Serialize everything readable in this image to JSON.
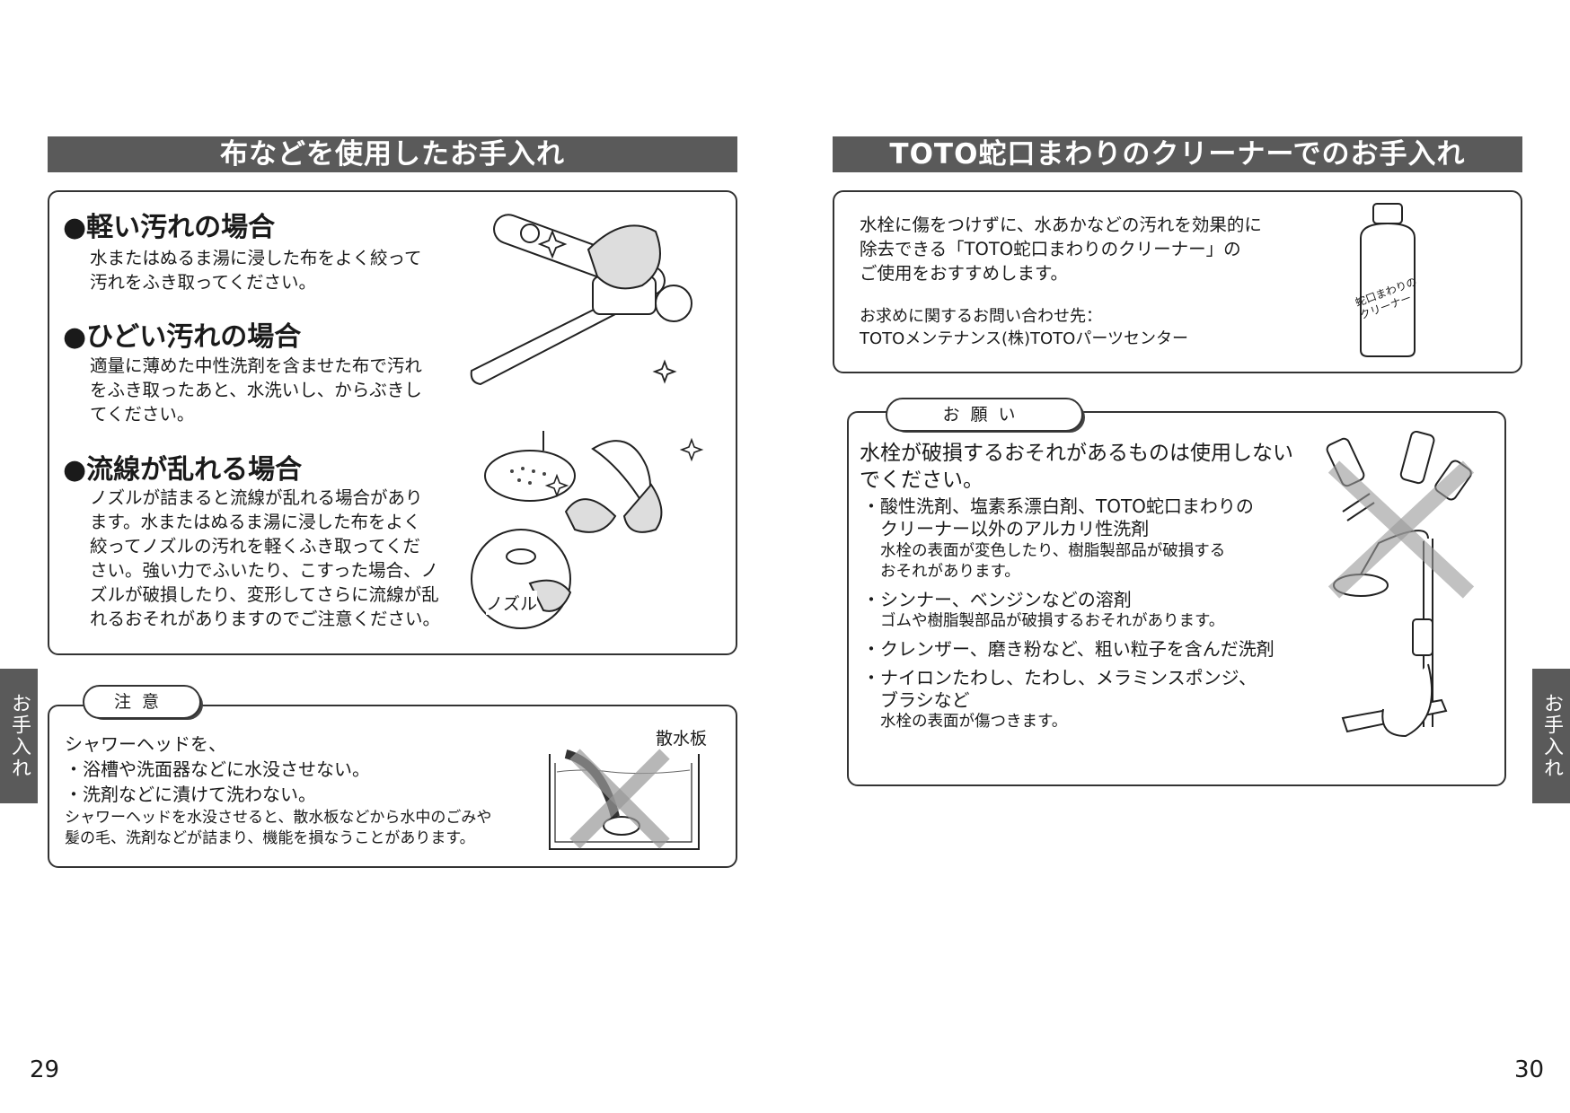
{
  "left": {
    "header": "布などを使用したお手入れ",
    "light": {
      "title": "●軽い汚れの場合",
      "text": [
        "水またはぬるま湯に浸した布をよく絞って",
        "汚れをふき取ってください。"
      ]
    },
    "heavy": {
      "title": "●ひどい汚れの場合",
      "text": [
        "適量に薄めた中性洗剤を含ませた布で汚れ",
        "をふき取ったあと、水洗いし、からぶきし",
        "てください。"
      ]
    },
    "flow": {
      "title": "●流線が乱れる場合",
      "text": [
        "ノズルが詰まると流線が乱れる場合があり",
        "ます。水またはぬるま湯に浸した布をよく",
        "絞ってノズルの汚れを軽くふき取ってくだ",
        "さい。強い力でふいたり、こすった場合、ノ",
        "ズルが破損したり、変形してさらに流線が乱",
        "れるおそれがありますのでご注意ください。"
      ]
    },
    "nozzle_label": "ノズル",
    "caution": {
      "label": "注意",
      "lines": [
        "シャワーヘッドを、",
        "・浴槽や洗面器などに水没させない。",
        "・洗剤などに漬けて洗わない。"
      ],
      "note": [
        "シャワーヘッドを水没させると、散水板などから水中のごみや",
        "髪の毛、洗剤などが詰まり、機能を損なうことがあります。"
      ],
      "plate_label": "散水板"
    },
    "page_number": "29"
  },
  "right": {
    "header": "TOTO蛇口まわりのクリーナーでのお手入れ",
    "intro": [
      "水栓に傷をつけずに、水あかなどの汚れを効果的に",
      "除去できる「TOTO蛇口まわりのクリーナー」の",
      "ご使用をおすすめします。"
    ],
    "contact": [
      "お求めに関するお問い合わせ先：",
      "TOTOメンテナンス(株)TOTOパーツセンター"
    ],
    "bottle_label": [
      "蛇口まわりの",
      "クリーナー"
    ],
    "request": {
      "label": "お願い",
      "title": [
        "水栓が破損するおそれがあるものは使用しない",
        "でください。"
      ],
      "items": [
        {
          "main": [
            "・酸性洗剤、塩素系漂白剤、TOTO蛇口まわりの",
            "　クリーナー以外のアルカリ性洗剤"
          ],
          "sub": [
            "水栓の表面が変色したり、樹脂製部品が破損する",
            "おそれがあります。"
          ]
        },
        {
          "main": [
            "・シンナー、ベンジンなどの溶剤"
          ],
          "sub": [
            "ゴムや樹脂製部品が破損するおそれがあります。"
          ]
        },
        {
          "main": [
            "・クレンザー、磨き粉など、粗い粒子を含んだ洗剤"
          ],
          "sub": []
        },
        {
          "main": [
            "・ナイロンたわし、たわし、メラミンスポンジ、",
            "　ブラシなど"
          ],
          "sub": [
            "水栓の表面が傷つきます。"
          ]
        }
      ]
    },
    "page_number": "30"
  },
  "side_tab": "お手入れ"
}
